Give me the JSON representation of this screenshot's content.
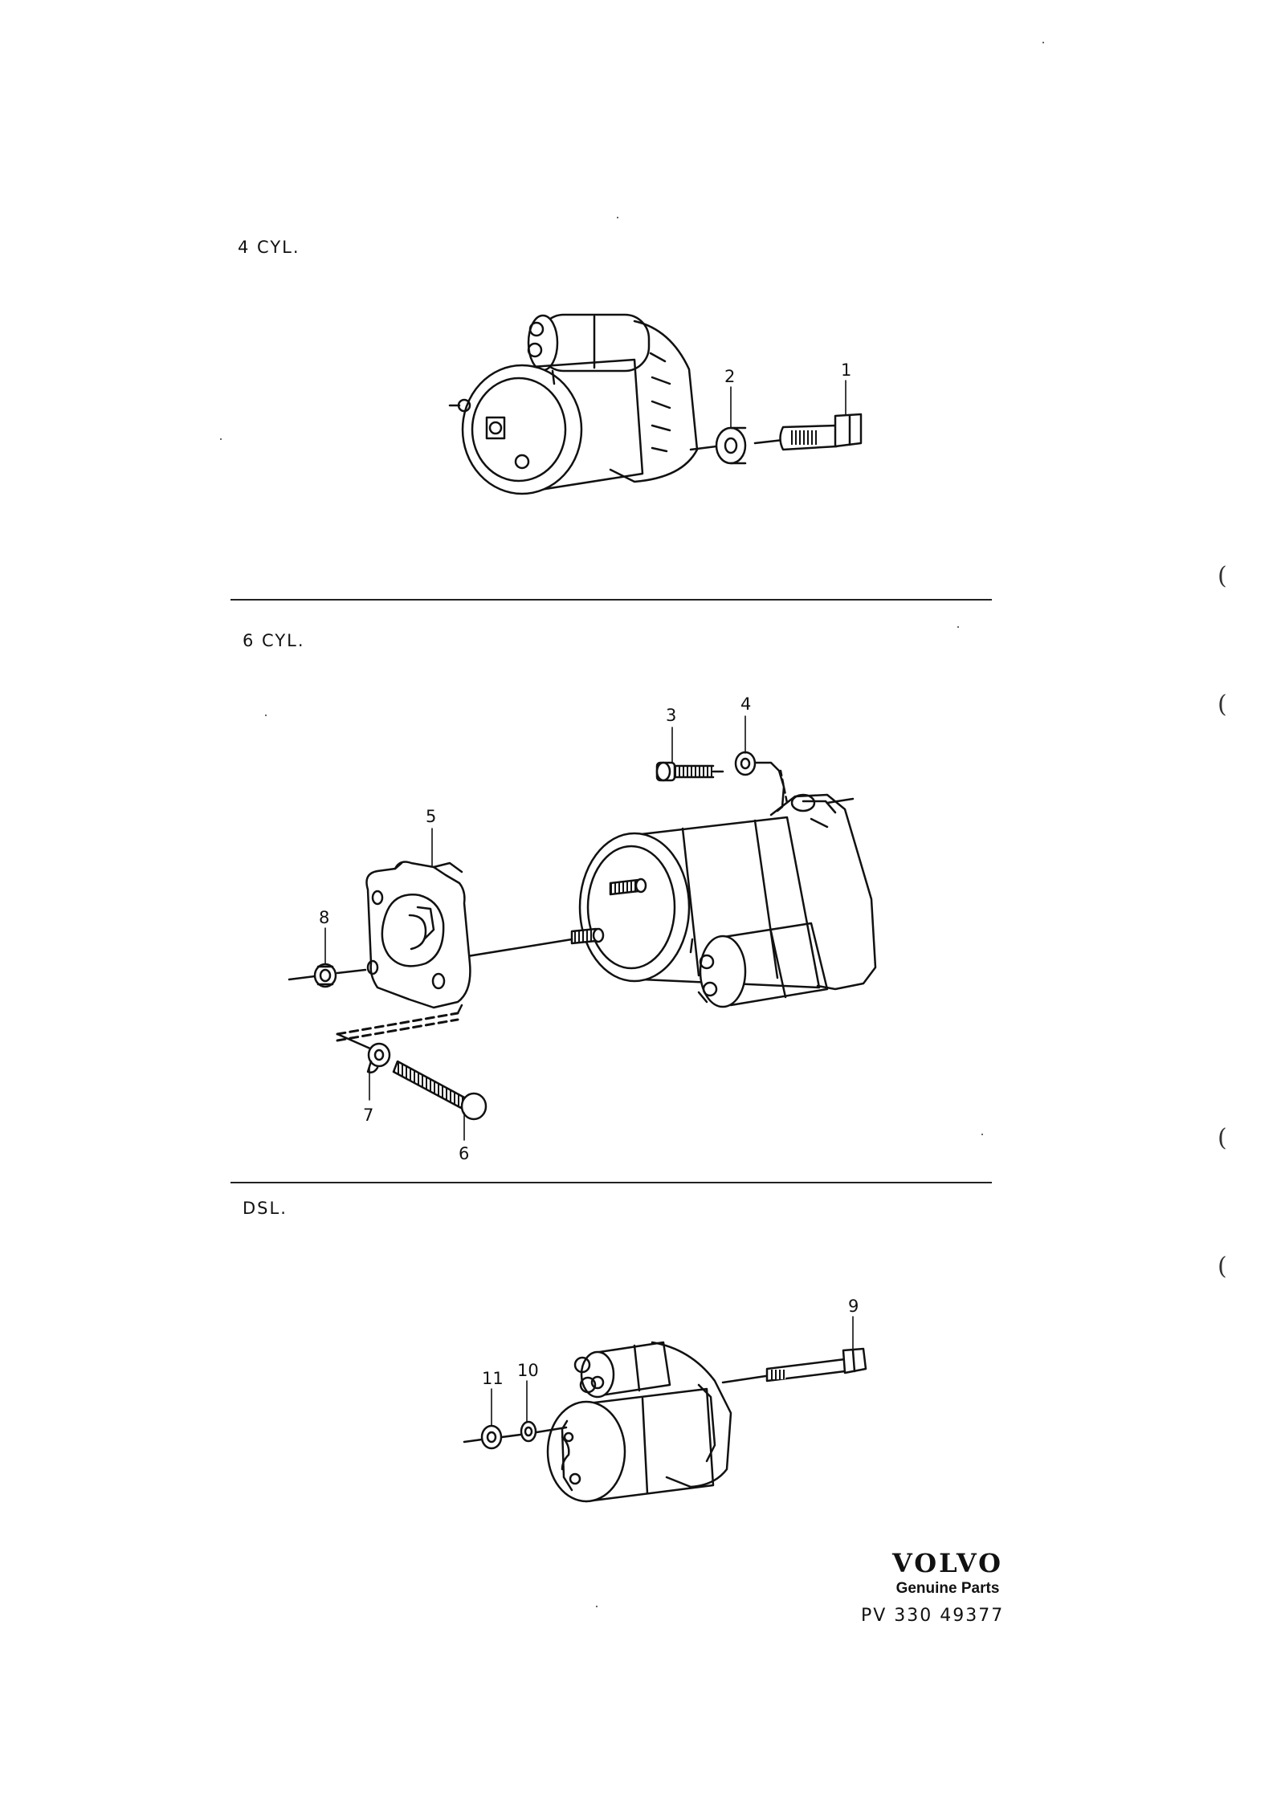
{
  "sections": {
    "cyl4": {
      "label": "4 CYL."
    },
    "cyl6": {
      "label": "6 CYL."
    },
    "dsl": {
      "label": "DSL."
    }
  },
  "callouts": {
    "p1": "1",
    "p2": "2",
    "p3": "3",
    "p4": "4",
    "p5": "5",
    "p6": "6",
    "p7": "7",
    "p8": "8",
    "p9": "9",
    "p10": "10",
    "p11": "11"
  },
  "margin_marks": {
    "m1": "(",
    "m2": "(",
    "m3": "(",
    "m4": "("
  },
  "footer": {
    "brand": "VOLVO",
    "tagline": "Genuine Parts",
    "code": "PV 330 49377"
  }
}
